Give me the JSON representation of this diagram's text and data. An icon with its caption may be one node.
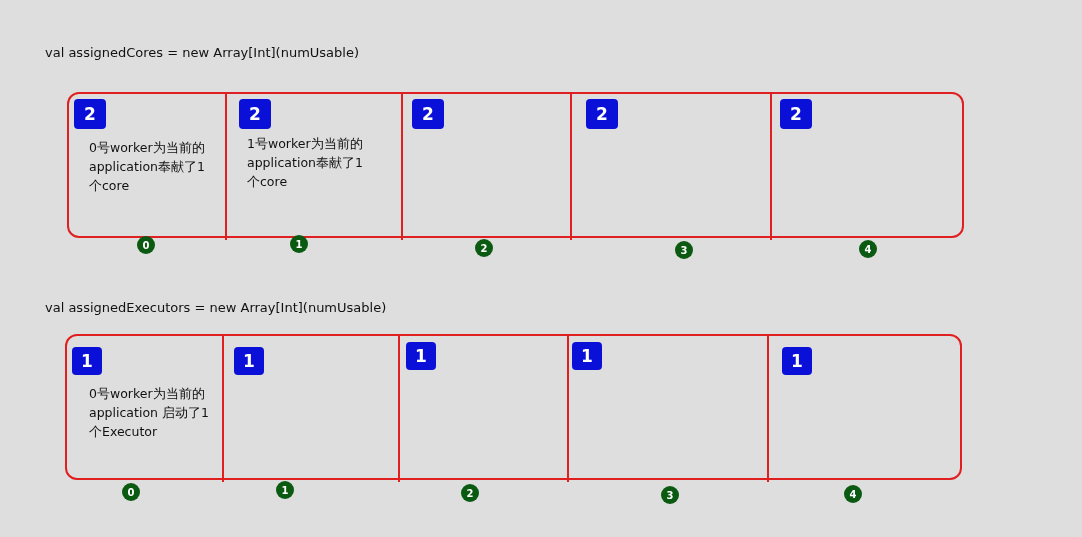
{
  "diagram": {
    "nodes": [
      {
        "text": [
          "val assignedCores = new Array[Int](numUsable)"
        ]
      },
      {
        "text": [
          "0号worker为当前的application奉献了1个core"
        ],
        "in": 0
      },
      {
        "text": [
          "2"
        ],
        "in": 1
      },
      {
        "text": [
          "1号worker为当前的application奉献了1个core"
        ],
        "in": 0
      },
      {
        "text": [
          "2"
        ],
        "in": 3
      },
      {
        "text": [],
        "shape": "box",
        "in": 0
      },
      {
        "text": [
          "2"
        ],
        "in": 5
      },
      {
        "text": [],
        "shape": "box",
        "in": 0
      },
      {
        "text": [
          "2"
        ],
        "in": 7
      },
      {
        "text": [],
        "shape": "box",
        "in": 0
      },
      {
        "text": [
          "2"
        ],
        "in": 9
      },
      {
        "text": [
          "0"
        ]
      },
      {
        "text": [
          "1"
        ]
      },
      {
        "text": [
          "2"
        ]
      },
      {
        "text": [
          "3"
        ]
      },
      {
        "text": [
          "4"
        ]
      },
      {
        "text": [
          "val assignedExecutors = new Array[Int](numUsable)"
        ]
      },
      {
        "text": [
          "0号worker为当前的application 启动了1个Executor"
        ],
        "in": 16
      },
      {
        "text": [
          "1"
        ],
        "in": 17
      },
      {
        "text": [],
        "shape": "box",
        "in": 16
      },
      {
        "text": [
          "1"
        ],
        "in": 19
      },
      {
        "text": [],
        "shape": "box",
        "in": 16
      },
      {
        "text": [
          "1"
        ],
        "in": 21
      },
      {
        "text": [],
        "shape": "box",
        "in": 16
      },
      {
        "text": [
          "1"
        ],
        "in": 23
      },
      {
        "text": [],
        "shape": "box",
        "in": 16
      },
      {
        "text": [
          "1"
        ],
        "in": 25
      },
      {
        "text": [
          "0"
        ]
      },
      {
        "text": [
          "1"
        ]
      },
      {
        "text": [
          "2"
        ]
      },
      {
        "text": [
          "3"
        ]
      },
      {
        "text": [
          "4"
        ]
      }
    ],
    "edges": []
  }
}
